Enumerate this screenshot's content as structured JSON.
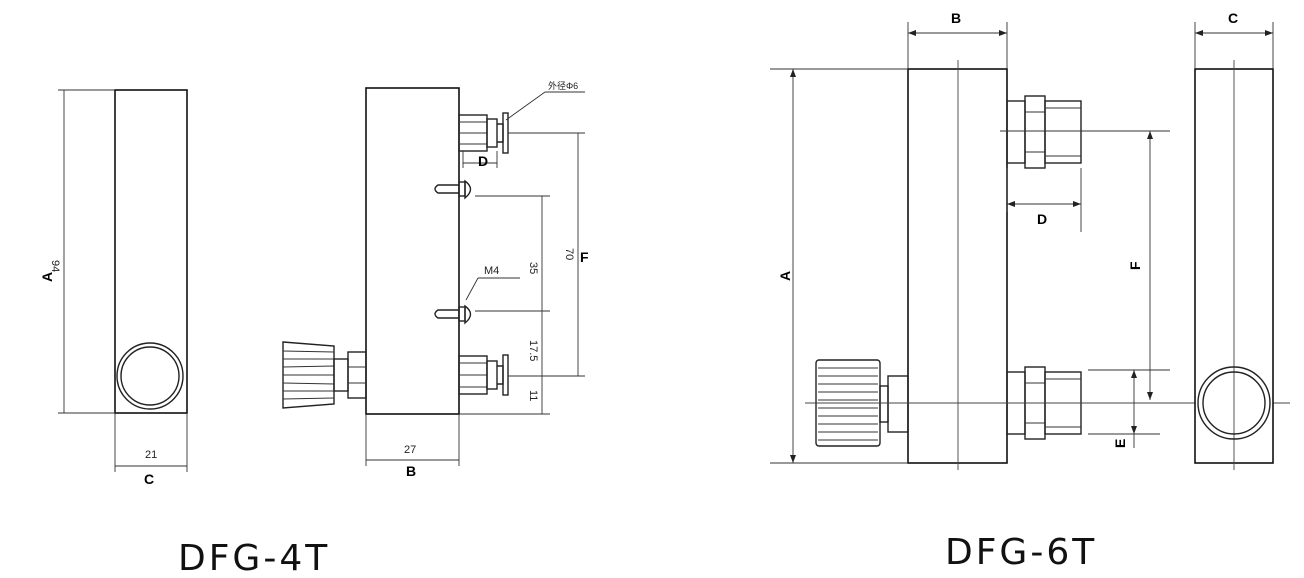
{
  "diagrams": [
    {
      "title": "DFG-4T",
      "labels": {
        "A": "A",
        "B": "B",
        "C": "C",
        "D": "D",
        "F": "F"
      },
      "dimensions": {
        "height": "94",
        "width_front": "21",
        "width_side": "27",
        "spacing_35": "35",
        "spacing_70": "70",
        "spacing_175": "17.5",
        "bottom_11": "11",
        "thread_m4": "M4",
        "pipe": "外径Φ6"
      }
    },
    {
      "title": "DFG-6T",
      "labels": {
        "A": "A",
        "B": "B",
        "C": "C",
        "D": "D",
        "E": "E",
        "F": "F"
      }
    }
  ]
}
